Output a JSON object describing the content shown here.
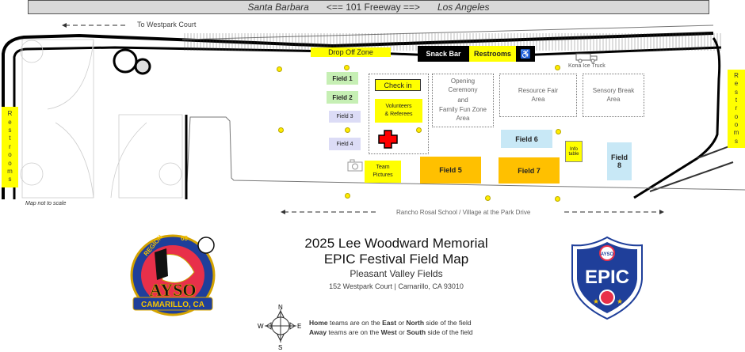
{
  "banner": {
    "left": "Santa Barbara",
    "center": "<==   101 Freeway   ==>",
    "right": "Los Angeles"
  },
  "directions": {
    "top": "To Westpark Court",
    "bottom": "Rancho Rosal School  / Village at the Park Drive"
  },
  "map_note": "Map not to scale",
  "areas": {
    "drop_off": "Drop Off Zone",
    "snack_bar": "Snack Bar",
    "restrooms_top": "Restrooms",
    "restrooms_side": [
      "R",
      "e",
      "s",
      "t",
      "r",
      "o",
      "o",
      "m",
      "s"
    ],
    "kona": "Kona Ice Truck",
    "check_in": "Check in",
    "volunteers": [
      "Volunteers",
      "& Referees"
    ],
    "opening": [
      "Opening",
      "Ceremony",
      "and",
      "Family Fun Zone",
      "Area"
    ],
    "resource": [
      "Resource Fair",
      "Area"
    ],
    "sensory": [
      "Sensory Break",
      "Area"
    ],
    "info": [
      "Info",
      "table"
    ],
    "team_pictures": [
      "Team",
      "Pictures"
    ]
  },
  "fields": {
    "f1": "Field 1",
    "f2": "Field 2",
    "f3": "Field 3",
    "f4": "Field 4",
    "f5": "Field 5",
    "f6": "Field 6",
    "f7": "Field 7",
    "f8": [
      "Field",
      "8"
    ]
  },
  "colors": {
    "yellow": "#ffff00",
    "orange": "#ffc000",
    "light_blue": "#c8e8f6",
    "light_green": "#c6efb4",
    "lavender": "#dcdcf6",
    "first_aid": "#ff0000"
  },
  "title": {
    "line1": "2025 Lee Woodward Memorial",
    "line2": "EPIC Festival Field Map",
    "venue": "Pleasant Valley Fields",
    "address": "152 Westpark Court | Camarillo, CA 93010"
  },
  "compass": {
    "n": "N",
    "s": "S",
    "e": "E",
    "w": "W"
  },
  "rules": {
    "home": {
      "b1": "Home",
      "t1": " teams are on the ",
      "b2": "East",
      "t2": " or ",
      "b3": "North",
      "t3": " side of the field"
    },
    "away": {
      "b1": "Away",
      "t1": " teams are on the ",
      "b2": "West",
      "t2": " or ",
      "b3": "South",
      "t3": " side of the field"
    }
  },
  "logos": {
    "ayso": {
      "top": "REGION 68",
      "name": "AYSO",
      "bottom": "CAMARILLO, CA"
    },
    "epic": {
      "name": "EPIC",
      "badge": "AYSO"
    }
  }
}
